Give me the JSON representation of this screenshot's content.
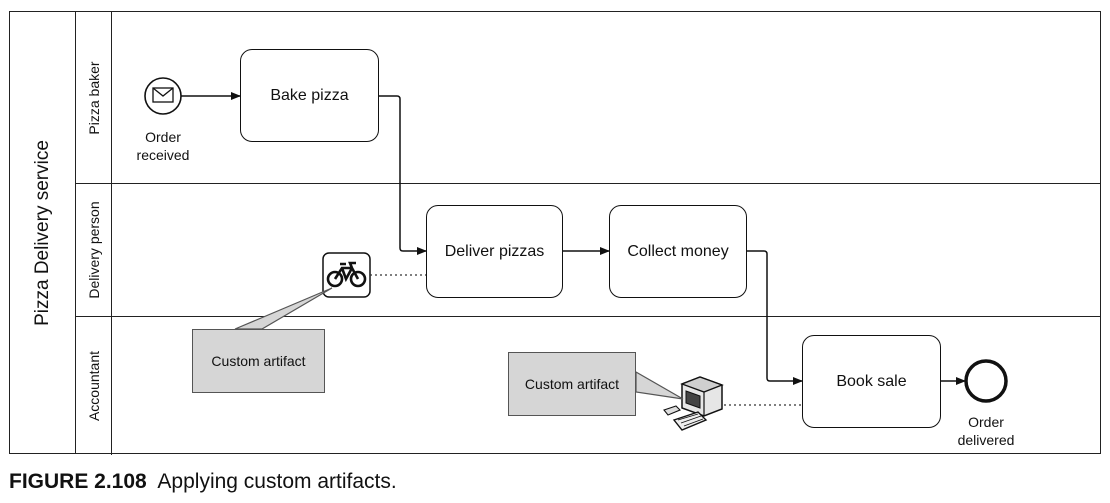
{
  "pool": {
    "title": "Pizza Delivery service"
  },
  "lanes": [
    {
      "title": "Pizza baker"
    },
    {
      "title": "Delivery person"
    },
    {
      "title": "Accountant"
    }
  ],
  "events": {
    "start": {
      "label": "Order\nreceived",
      "icon": "envelope-icon"
    },
    "end": {
      "label": "Order\ndelivered"
    }
  },
  "tasks": {
    "bake": "Bake pizza",
    "deliver": "Deliver pizzas",
    "collect": "Collect money",
    "book": "Book sale"
  },
  "artifacts": {
    "left": {
      "label": "Custom artifact",
      "icon": "bicycle-icon"
    },
    "right": {
      "label": "Custom artifact",
      "icon": "computer-icon"
    }
  },
  "caption": {
    "figure": "FIGURE 2.108",
    "text": "Applying custom artifacts."
  }
}
